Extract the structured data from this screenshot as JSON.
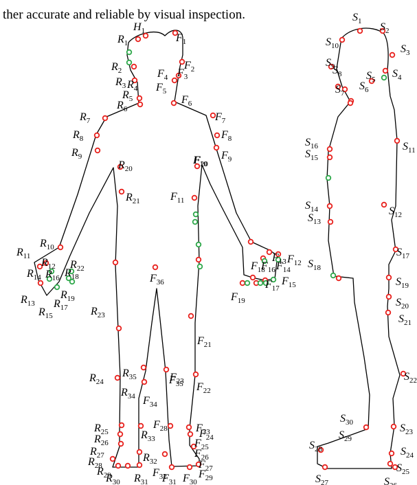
{
  "caption": "ther accurate and reliable by visual inspection.",
  "colors": {
    "landmark": "#e8211d",
    "auxiliary": "#2ea84a",
    "outline": "#000000"
  },
  "labels": {
    "H": [
      "1"
    ],
    "R": [
      "1",
      "2",
      "3",
      "4",
      "5",
      "6",
      "7",
      "8",
      "9",
      "10",
      "11",
      "12",
      "13",
      "14",
      "15",
      "16",
      "17",
      "18",
      "19",
      "20",
      "21",
      "22",
      "23",
      "24",
      "25",
      "26",
      "27",
      "28",
      "29",
      "30",
      "31",
      "32",
      "33",
      "34",
      "35"
    ],
    "F": [
      "1",
      "2",
      "3",
      "4",
      "5",
      "6",
      "7",
      "8",
      "9",
      "10",
      "11",
      "12",
      "13",
      "14",
      "15",
      "16",
      "17",
      "18",
      "19",
      "20",
      "21",
      "22",
      "23",
      "24",
      "25",
      "26",
      "27",
      "28",
      "29",
      "30",
      "31",
      "32",
      "33",
      "34",
      "35",
      "36"
    ],
    "S": [
      "1",
      "2",
      "3",
      "4",
      "5",
      "6",
      "7",
      "8",
      "9",
      "10",
      "11",
      "12",
      "13",
      "14",
      "15",
      "16",
      "17",
      "18",
      "19",
      "20",
      "21",
      "22",
      "23",
      "24",
      "25",
      "26",
      "27",
      "28",
      "29",
      "30"
    ]
  }
}
